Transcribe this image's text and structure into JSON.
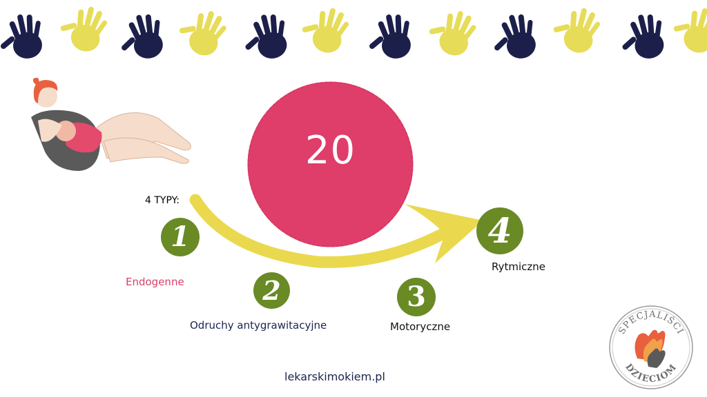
{
  "center": {
    "number": "20"
  },
  "types_label": "4 TYPY:",
  "steps": [
    {
      "badge": "1",
      "label": "Endogenne"
    },
    {
      "badge": "2",
      "label": "Odruchy antygrawitacyjne"
    },
    {
      "badge": "3",
      "label": "Motoryczne"
    },
    {
      "badge": "4",
      "label": "Rytmiczne"
    }
  ],
  "footer": {
    "website": "lekarskimokiem.pl"
  },
  "logo": {
    "top_text": "SPECJALIŚCI",
    "bottom_text": "DZIECIOM"
  },
  "colors": {
    "circle": "#df3d6a",
    "arrow": "#ead94f",
    "badge": "#698a25",
    "hand_navy": "#1c1f4a",
    "hand_yellow": "#e7dc58",
    "label_pink": "#d8406a",
    "label_navy": "#1c2450"
  },
  "icons": [
    "hand-print-icon",
    "mother-breastfeeding-illustration",
    "logo-hands-icon"
  ]
}
